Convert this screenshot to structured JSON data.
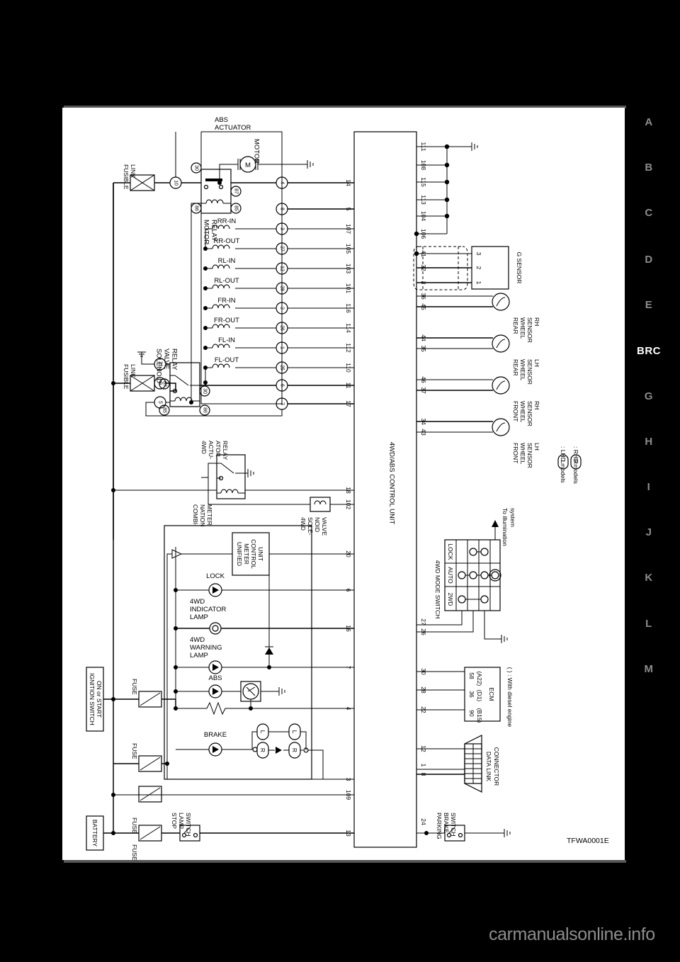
{
  "page": {
    "diagram_id": "TFWA0001E",
    "watermark": "carmanualsonline.info",
    "section_tab": "BRC"
  },
  "index_tabs": [
    {
      "label": "A",
      "active": false
    },
    {
      "label": "B",
      "active": false
    },
    {
      "label": "C",
      "active": false
    },
    {
      "label": "D",
      "active": false
    },
    {
      "label": "E",
      "active": false
    },
    {
      "label": "BRC",
      "active": true
    },
    {
      "label": "G",
      "active": false
    },
    {
      "label": "H",
      "active": false
    },
    {
      "label": "I",
      "active": false
    },
    {
      "label": "J",
      "active": false
    },
    {
      "label": "K",
      "active": false
    },
    {
      "label": "L",
      "active": false
    },
    {
      "label": "M",
      "active": false
    }
  ],
  "diagram": {
    "title_abs_actuator": "ABS\nACTUATOR",
    "abs_actuator_label_l1": "ABS",
    "abs_actuator_label_l2": "ACTUATOR",
    "control_unit_label": "4WD/ABS CONTROL UNIT",
    "motor_label": "MOTOR",
    "motor_relay_label": "MOTOR\nRELAY",
    "motor_relay_l1": "MOTOR",
    "motor_relay_l2": "RELAY",
    "solenoid_valve_relay_l1": "SOLENOID",
    "solenoid_valve_relay_l2": "VALVE",
    "solenoid_valve_relay_l3": "RELAY",
    "actuator_relay_4wd_l1": "4WD",
    "actuator_relay_4wd_l2": "ACTU-",
    "actuator_relay_4wd_l3": "ATOR",
    "actuator_relay_4wd_l4": "RELAY",
    "solenoid_valve_4wd_l1": "4WD",
    "solenoid_valve_4wd_l2": "SOLE-",
    "solenoid_valve_4wd_l3": "NOID",
    "solenoid_valve_4wd_l4": "VALVE",
    "combination_meter_l1": "COMBI-",
    "combination_meter_l2": "NATION",
    "combination_meter_l3": "METER",
    "unified_meter_l1": "UNIFIED",
    "unified_meter_l2": "METER",
    "unified_meter_l3": "CONTROL",
    "unified_meter_l4": "UNIT",
    "fusible_link_l1": "FUSIBLE",
    "fusible_link_l2": "LINK",
    "fuse_label": "FUSE",
    "battery_label": "BATTERY",
    "ignition_switch_l1": "IGNITION SWITCH",
    "ignition_switch_l2": "ON or START",
    "stop_lamp_switch_l1": "STOP",
    "stop_lamp_switch_l2": "LAMP",
    "stop_lamp_switch_l3": "SWITCH",
    "parking_brake_switch_l1": "PARKING",
    "parking_brake_switch_l2": "BRAKE",
    "parking_brake_switch_l3": "SWITCH",
    "g_sensor_label": "G SENSOR",
    "ecm_label": "ECM",
    "data_link_connector_l1": "DATA LINK",
    "data_link_connector_l2": "CONNECTOR",
    "mode_switch_title": "4WD MODE SWITCH",
    "to_illumination_l1": "To illumination",
    "to_illumination_l2": "system",
    "diesel_note": "( ) : With diesel engine",
    "lhd_note": ": LHD models",
    "rhd_note": ": RHD models",
    "lhd_symbol": "L",
    "rhd_symbol": "R"
  },
  "solenoids": [
    {
      "name": "RR-IN",
      "actuator_pin": "3",
      "cu_pin": "107"
    },
    {
      "name": "RR-OUT",
      "actuator_pin": "27",
      "cu_pin": "105"
    },
    {
      "name": "RL-IN",
      "actuator_pin": "12",
      "cu_pin": "103"
    },
    {
      "name": "RL-OUT",
      "actuator_pin": "28",
      "cu_pin": "101"
    },
    {
      "name": "FR-IN",
      "actuator_pin": "2",
      "cu_pin": "116"
    },
    {
      "name": "FR-OUT",
      "actuator_pin": "26",
      "cu_pin": "114"
    },
    {
      "name": "FL-IN",
      "actuator_pin": "1",
      "cu_pin": "112"
    },
    {
      "name": "FL-OUT",
      "actuator_pin": "25",
      "cu_pin": "110"
    }
  ],
  "control_unit_pins_left": [
    "14",
    "5",
    "107",
    "105",
    "103",
    "101",
    "116",
    "114",
    "112",
    "110",
    "11",
    "17"
  ],
  "control_unit_pins_lower_left": [
    "18",
    "102",
    "20",
    "6",
    "16",
    "7",
    "4",
    "3",
    "109",
    "13"
  ],
  "control_unit_pins_right_top": [
    "111",
    "108",
    "115",
    "113",
    "104",
    "106"
  ],
  "control_unit_pins_gsensor": [
    "41",
    "32",
    "2"
  ],
  "control_unit_pins_lower_right": [
    "26",
    "27",
    "30",
    "28",
    "22",
    "12",
    "8",
    "1",
    "24"
  ],
  "relay_terminals": {
    "motor_relay": [
      "30",
      "87",
      "86",
      "85"
    ],
    "solenoid_valve_relay": [
      "87",
      "30",
      "85",
      "86"
    ],
    "actuator_relay_4wd": [
      "87",
      "30",
      "85",
      "86"
    ]
  },
  "actuator_pins": {
    "motor_power": "10",
    "motor_out": "4",
    "relay_coil": "8",
    "solenoid_common": "6",
    "ground": "7",
    "link_21": "21",
    "link_9": "9",
    "link_5": "5"
  },
  "wheel_sensors": [
    {
      "name_l1": "REAR",
      "name_l2": "WHEEL",
      "name_l3": "SENSOR",
      "name_l4": "RH",
      "pins": [
        "45",
        "36"
      ]
    },
    {
      "name_l1": "REAR",
      "name_l2": "WHEEL",
      "name_l3": "SENSOR",
      "name_l4": "LH",
      "pins": [
        "35",
        "44"
      ]
    },
    {
      "name_l1": "FRONT",
      "name_l2": "WHEEL",
      "name_l3": "SENSOR",
      "name_l4": "RH",
      "pins": [
        "37",
        "46"
      ]
    },
    {
      "name_l1": "FRONT",
      "name_l2": "WHEEL",
      "name_l3": "SENSOR",
      "name_l4": "LH",
      "pins": [
        "43",
        "34"
      ]
    }
  ],
  "g_sensor_pins": [
    "3",
    "2",
    "1"
  ],
  "ecm_pins": [
    {
      "main": "58",
      "alt": "(A22)"
    },
    {
      "main": "36",
      "alt": "(D1)"
    },
    {
      "main": "90",
      "alt": "(B15)"
    }
  ],
  "meter_lamps": [
    {
      "label": "LOCK",
      "cu_pin": "6"
    },
    {
      "label_l1": "4WD",
      "label_l2": "INDICATOR",
      "label_l3": "LAMP",
      "cu_pin": "16"
    },
    {
      "label_l1": "4WD",
      "label_l2": "WARNING",
      "label_l3": "LAMP",
      "cu_pin": "7"
    },
    {
      "label": "ABS",
      "cu_pin": "4"
    },
    {
      "label": "BRAKE",
      "cu_pin": "3"
    }
  ],
  "mode_switch_rows": [
    "2WD",
    "AUTO",
    "LOCK"
  ]
}
